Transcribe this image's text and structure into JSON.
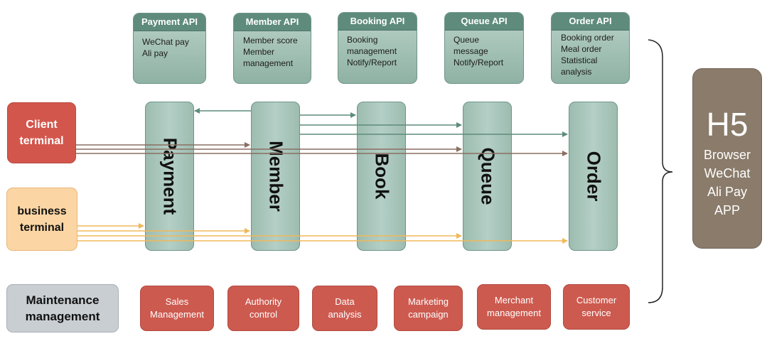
{
  "apis": [
    {
      "title": "Payment API",
      "lines": "WeChat pay\nAli pay"
    },
    {
      "title": "Member API",
      "lines": "Member score\nMember\nmanagement"
    },
    {
      "title": "Booking API",
      "lines": "Booking\nmanagement\nNotify/Report"
    },
    {
      "title": "Queue API",
      "lines": "Queue\nmessage\nNotify/Report"
    },
    {
      "title": "Order API",
      "lines": "Booking order\nMeal order\nStatistical\nanalysis"
    }
  ],
  "columns": [
    "Payment",
    "Member",
    "Book",
    "Queue",
    "Order"
  ],
  "terminals": {
    "client": "Client\nterminal",
    "business": "business\nterminal",
    "maintenance": "Maintenance\nmanagement"
  },
  "modules": [
    "Sales\nManagement",
    "Authority\ncontrol",
    "Data\nanalysis",
    "Marketing\ncampaign",
    "Merchant\nmanagement",
    "Customer\nservice"
  ],
  "h5": {
    "title": "H5",
    "items": [
      "Browser",
      "WeChat",
      "Ali Pay",
      "APP"
    ]
  },
  "colors": {
    "client_terminal": "#d3564c",
    "business_terminal": "#fbd6a4",
    "maintenance": "#c9ced3",
    "teal_arrow": "#5e8b7c",
    "brown_arrow": "#8a6f62",
    "orange_arrow": "#f0b85a",
    "module": "#cd5a4f",
    "h5": "#8a7b6a"
  }
}
